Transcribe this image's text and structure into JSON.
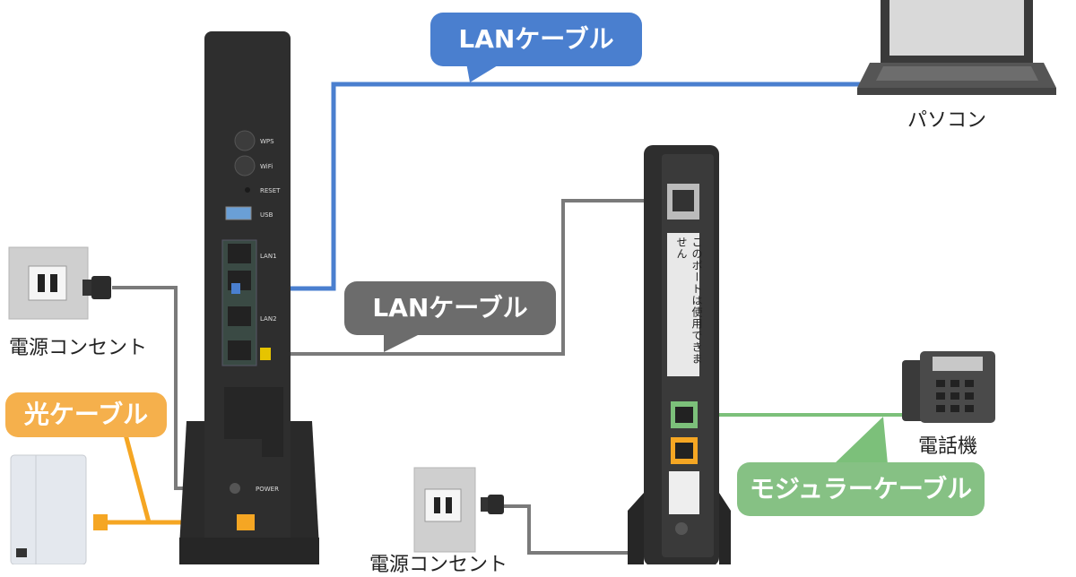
{
  "callouts": {
    "lan_top": "LANケーブル",
    "lan_mid": "LANケーブル",
    "fiber": "光ケーブル",
    "modular": "モジュラーケーブル"
  },
  "labels": {
    "pc": "パソコン",
    "outlet_left": "電源コンセント",
    "outlet_bottom": "電源コンセント",
    "phone": "電話機",
    "port_label_text": "このポートは使用できません"
  },
  "router_ports": {
    "wps": "WPS",
    "wifi": "WiFi",
    "reset": "RESET",
    "usb": "USB",
    "lan1": "LAN1",
    "lan2": "LAN2",
    "power": "POWER"
  },
  "colors": {
    "lan_blue": "#4a7fcf",
    "lan_gray": "#7a7a7a",
    "fiber_orange": "#f5a623",
    "modular_green": "#7cc07a",
    "device_dark": "#2e2e2e"
  }
}
